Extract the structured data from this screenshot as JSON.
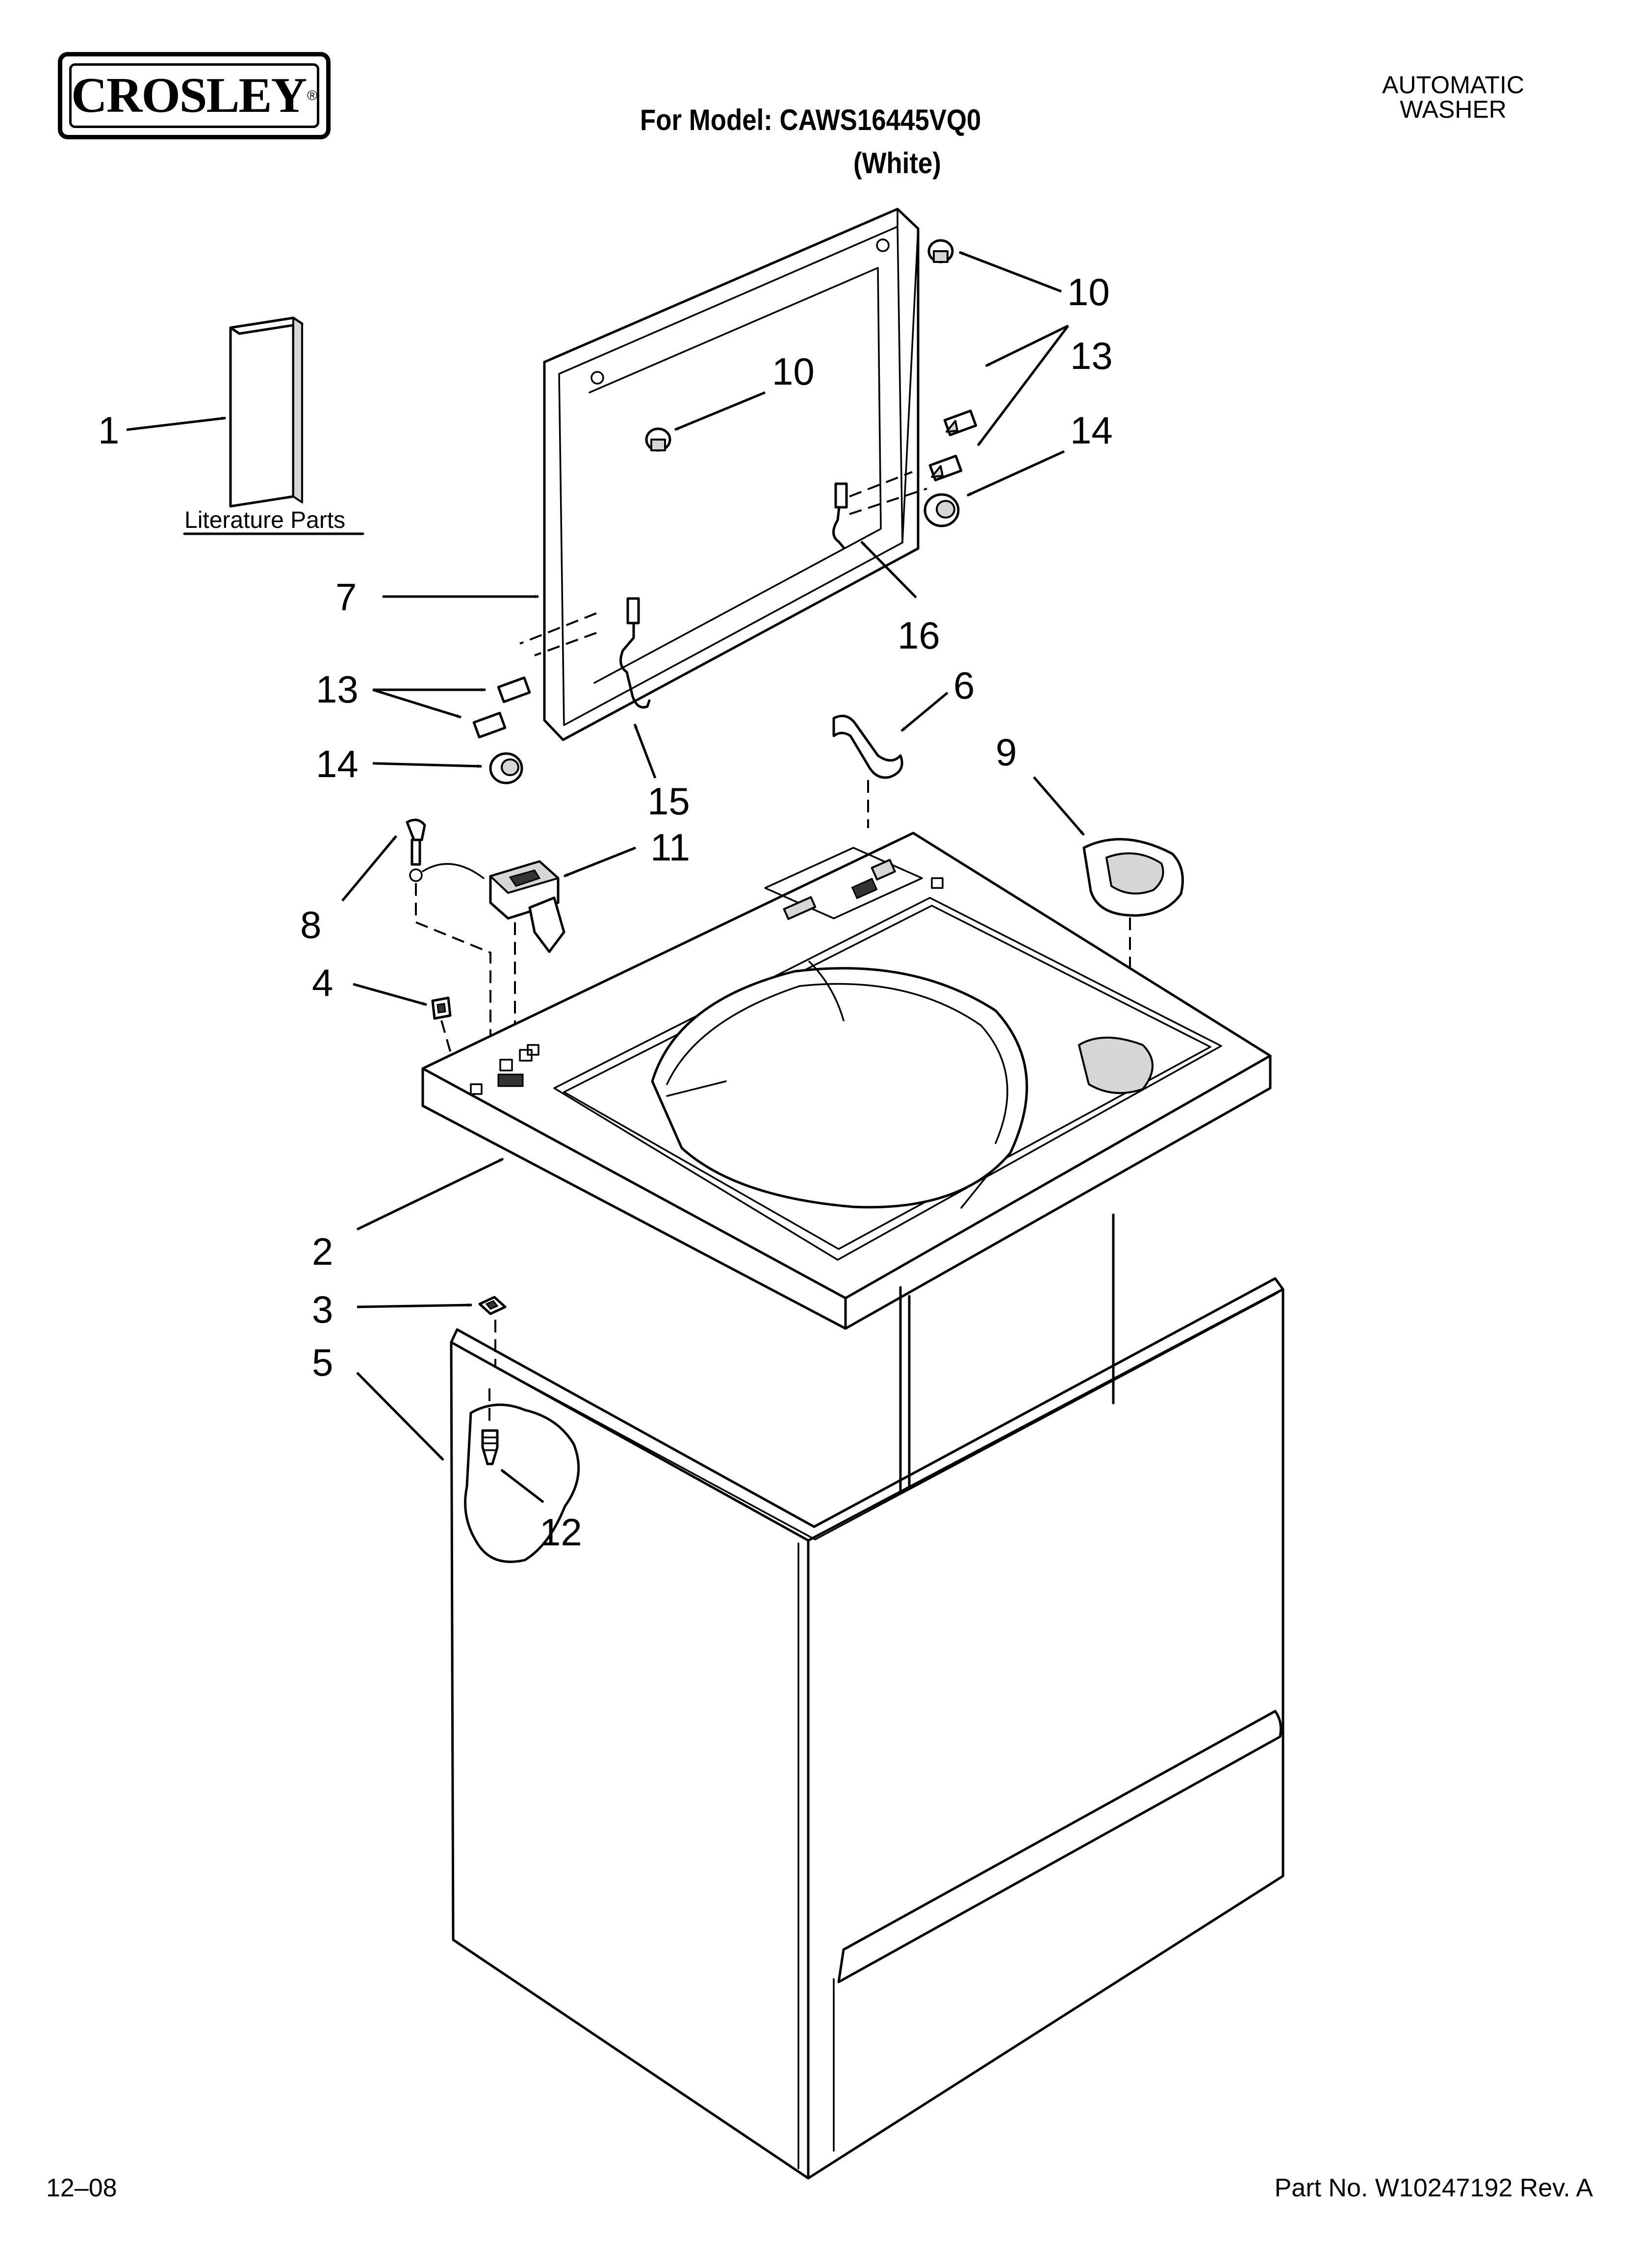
{
  "header": {
    "brand": "CROSLEY",
    "brand_mark": "®",
    "model_line": "For Model: CAWS16445VQ0",
    "color_line": "(White)",
    "appliance_line1": "AUTOMATIC",
    "appliance_line2": "WASHER"
  },
  "footer": {
    "date": "12–08",
    "part_number": "Part No. W10247192 Rev. A"
  },
  "literature_label": "Literature Parts",
  "callouts": [
    {
      "id": "c1",
      "label": "1"
    },
    {
      "id": "c2",
      "label": "2"
    },
    {
      "id": "c3",
      "label": "3"
    },
    {
      "id": "c4",
      "label": "4"
    },
    {
      "id": "c5",
      "label": "5"
    },
    {
      "id": "c6",
      "label": "6"
    },
    {
      "id": "c7",
      "label": "7"
    },
    {
      "id": "c8",
      "label": "8"
    },
    {
      "id": "c9",
      "label": "9"
    },
    {
      "id": "c10a",
      "label": "10"
    },
    {
      "id": "c10b",
      "label": "10"
    },
    {
      "id": "c11",
      "label": "11"
    },
    {
      "id": "c12",
      "label": "12"
    },
    {
      "id": "c13a",
      "label": "13"
    },
    {
      "id": "c13b",
      "label": "13"
    },
    {
      "id": "c14a",
      "label": "14"
    },
    {
      "id": "c14b",
      "label": "14"
    },
    {
      "id": "c15",
      "label": "15"
    },
    {
      "id": "c16",
      "label": "16"
    }
  ]
}
